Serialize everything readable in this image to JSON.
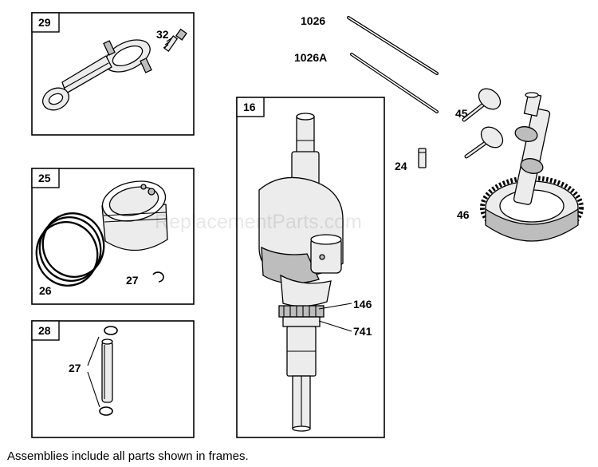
{
  "frames": {
    "f29": "29",
    "f25": "25",
    "f28": "28",
    "f16": "16"
  },
  "callouts": {
    "c32": "32",
    "c26": "26",
    "c27a": "27",
    "c27b": "27",
    "c1026": "1026",
    "c1026a": "1026A",
    "c45": "45",
    "c24": "24",
    "c46": "46",
    "c146": "146",
    "c741": "741"
  },
  "watermark": "ReplacementParts.com",
  "caption": "Assemblies include all parts shown in frames.",
  "icons": [
    "connecting-rod-icon",
    "bolt-icon",
    "piston-icon",
    "piston-rings-icon",
    "retainer-clip-icon",
    "piston-pin-icon",
    "crankshaft-icon",
    "push-rod-icon",
    "valve-icon",
    "key-icon",
    "camshaft-gear-icon"
  ]
}
